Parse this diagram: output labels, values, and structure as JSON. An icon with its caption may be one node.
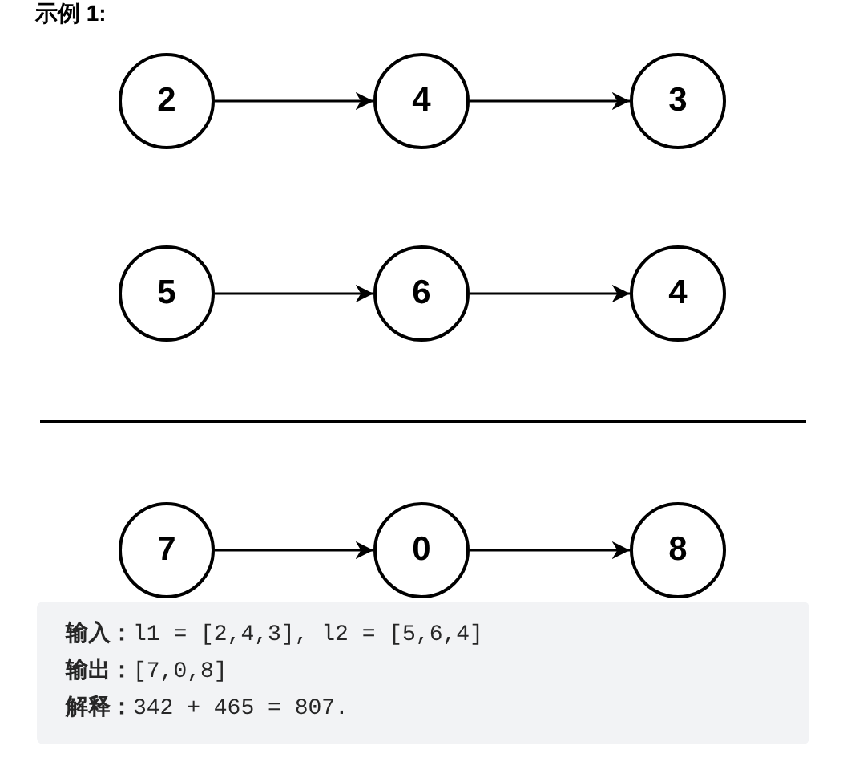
{
  "diagram": {
    "title": "示例 1:",
    "nodes": [
      {
        "text": [
          "2"
        ]
      },
      {
        "text": [
          "4"
        ]
      },
      {
        "text": [
          "3"
        ]
      },
      {
        "text": [
          "5"
        ]
      },
      {
        "text": [
          "6"
        ]
      },
      {
        "text": [
          "4"
        ]
      },
      {
        "text": [
          "7"
        ]
      },
      {
        "text": [
          "0"
        ]
      },
      {
        "text": [
          "8"
        ]
      }
    ],
    "edges": [
      {
        "from": 0,
        "to": 1,
        "arrow": "to"
      },
      {
        "from": 1,
        "to": 2,
        "arrow": "to"
      },
      {
        "from": 3,
        "to": 4,
        "arrow": "to"
      },
      {
        "from": 4,
        "to": 5,
        "arrow": "to"
      },
      {
        "from": 6,
        "to": 7,
        "arrow": "to"
      },
      {
        "from": 7,
        "to": 8,
        "arrow": "to"
      }
    ],
    "labels": [
      "**输入：**l1 = [2,4,3], l2 = [5,6,4]",
      "**输出：**[7,0,8]",
      "**解释：**342 + 465 = 807."
    ]
  }
}
